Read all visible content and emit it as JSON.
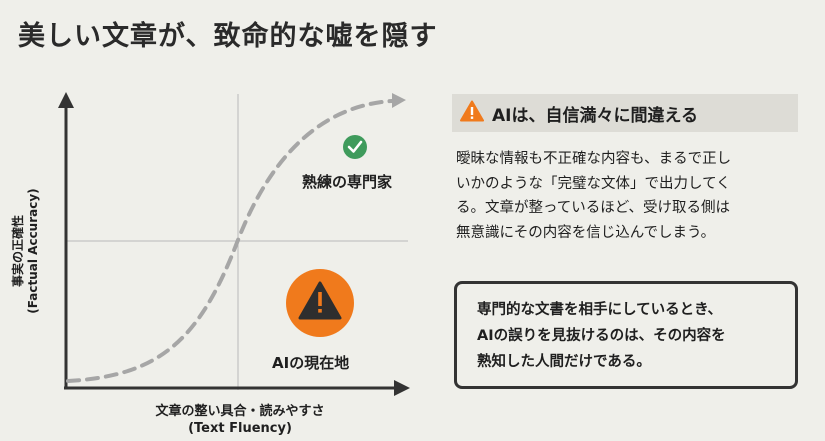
{
  "title": "美しい文章が、致命的な嘘を隠す",
  "diagram": {
    "y_axis_label": "事実の正確性",
    "y_axis_label_en": "(Factual Accuracy)",
    "x_axis_label": "文章の整い具合・読みやすさ",
    "x_axis_label_en": "(Text Fluency)",
    "expert_label": "熟練の専門家",
    "ai_label": "AIの現在地",
    "expert_icon": "check-circle-icon",
    "ai_icon": "warning-triangle-icon",
    "colors": {
      "green": "#3f9b5c",
      "orange": "#f07a1c",
      "curve": "#a6a6a6"
    }
  },
  "warning": {
    "heading": "AIは、自信満々に間違える",
    "icon": "warning-triangle-icon",
    "body_lines": [
      "曖昧な情報も不正確な内容も、まるで正し",
      "いかのような「完璧な文体」で出力してく",
      "る。文章が整っているほど、受け取る側は",
      "無意識にその内容を信じ込んでしまう。"
    ]
  },
  "callout": {
    "lines": [
      "専門的な文書を相手にしているとき、",
      "AIの誤りを見抜けるのは、その内容を",
      "熟知した人間だけである。"
    ]
  }
}
